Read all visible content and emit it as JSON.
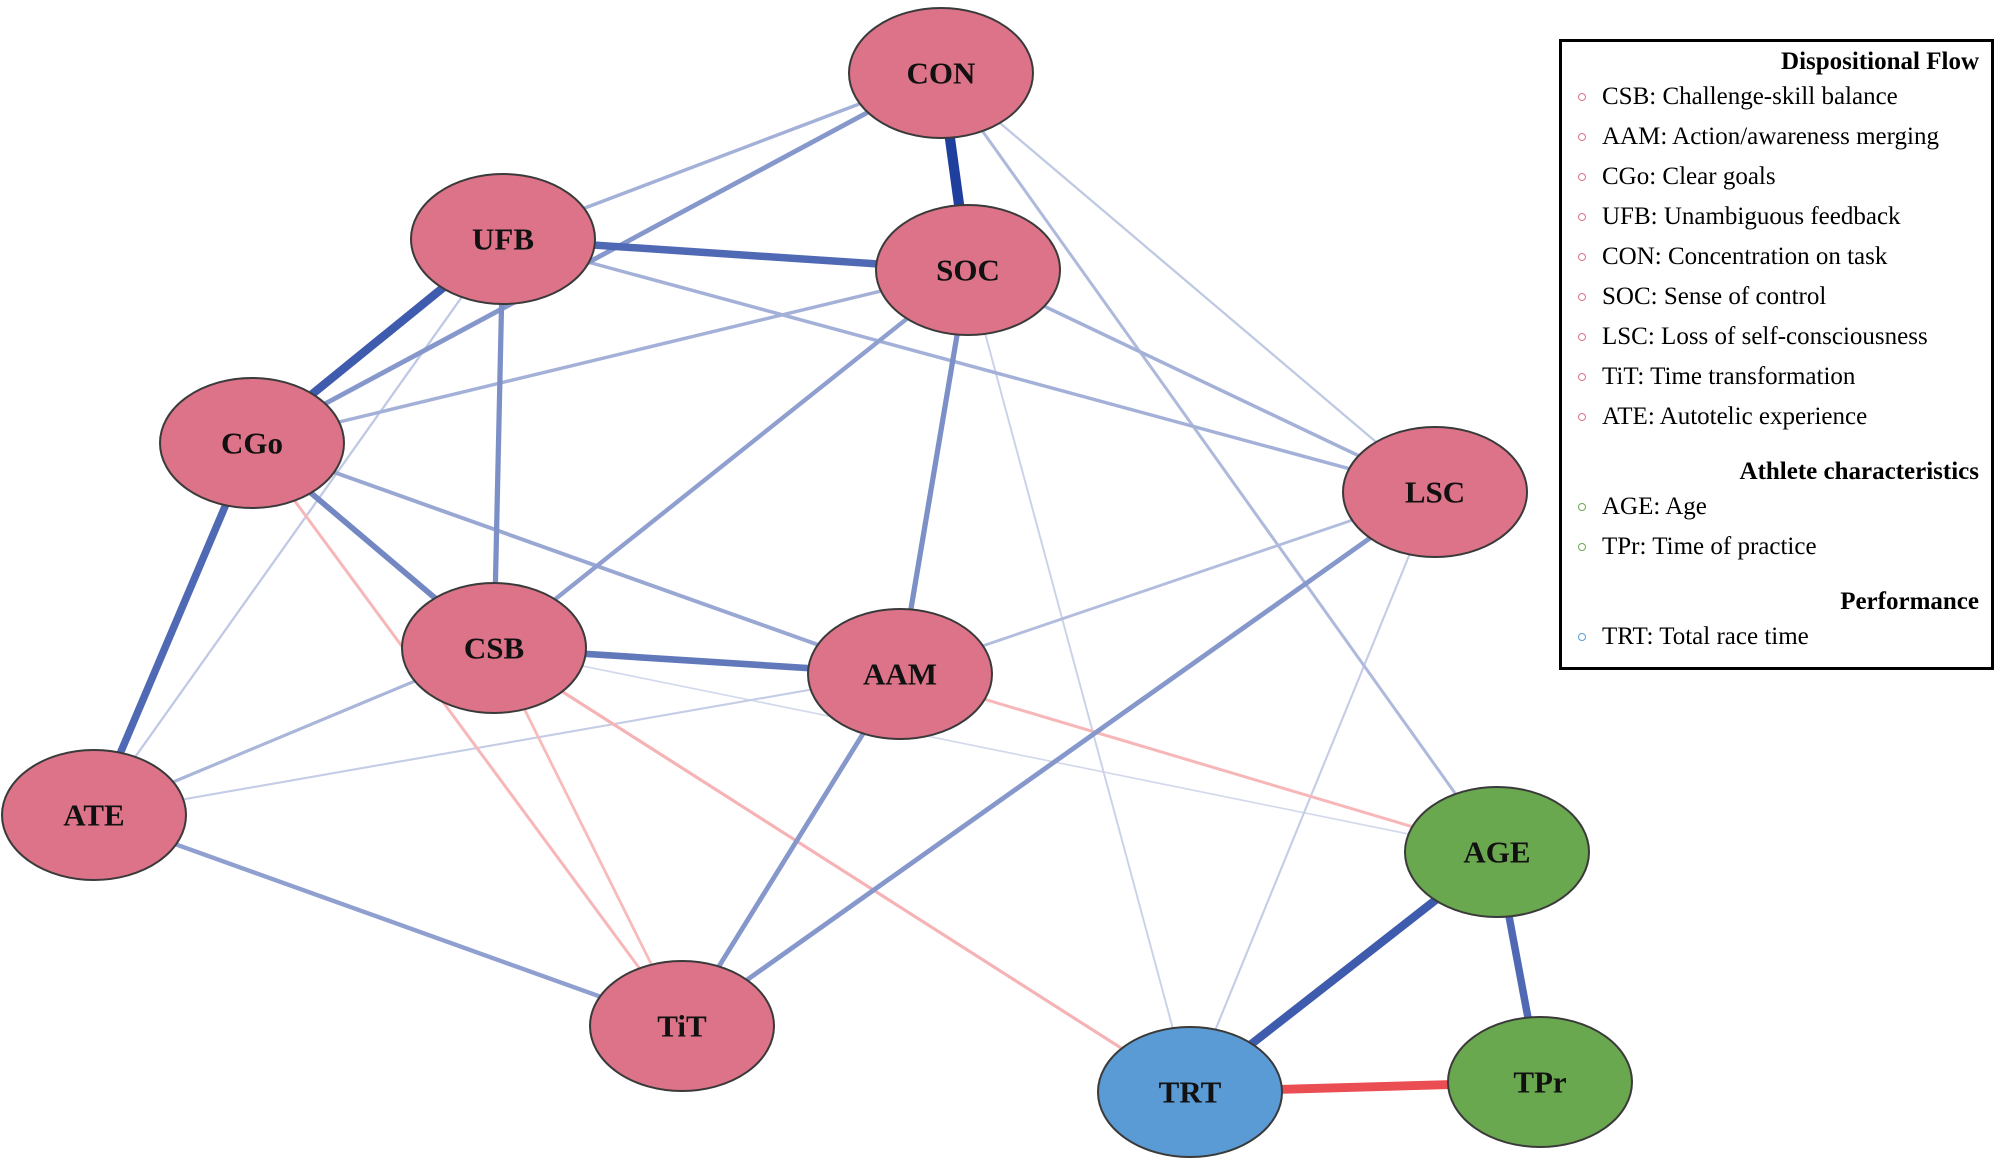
{
  "colors": {
    "flow_node": "#dc7389",
    "athlete_node": "#6aa84f",
    "performance_node": "#5b9bd5",
    "positive_edge": "#1f3f9f",
    "negative_edge": "#e8383d",
    "node_outline": "#3a3a3a"
  },
  "nodes": [
    {
      "id": "CON",
      "label": "CON",
      "group": "flow"
    },
    {
      "id": "UFB",
      "label": "UFB",
      "group": "flow"
    },
    {
      "id": "SOC",
      "label": "SOC",
      "group": "flow"
    },
    {
      "id": "CGo",
      "label": "CGo",
      "group": "flow"
    },
    {
      "id": "LSC",
      "label": "LSC",
      "group": "flow"
    },
    {
      "id": "CSB",
      "label": "CSB",
      "group": "flow"
    },
    {
      "id": "AAM",
      "label": "AAM",
      "group": "flow"
    },
    {
      "id": "ATE",
      "label": "ATE",
      "group": "flow"
    },
    {
      "id": "TiT",
      "label": "TiT",
      "group": "flow"
    },
    {
      "id": "AGE",
      "label": "AGE",
      "group": "athlete"
    },
    {
      "id": "TRT",
      "label": "TRT",
      "group": "performance"
    },
    {
      "id": "TPr",
      "label": "TPr",
      "group": "athlete"
    }
  ],
  "edges": [
    {
      "source": "CON",
      "target": "SOC",
      "sign": "positive",
      "strength": 1.0
    },
    {
      "source": "UFB",
      "target": "SOC",
      "sign": "positive",
      "strength": 0.7
    },
    {
      "source": "UFB",
      "target": "CGo",
      "sign": "positive",
      "strength": 0.8
    },
    {
      "source": "CGo",
      "target": "ATE",
      "sign": "positive",
      "strength": 0.7
    },
    {
      "source": "CSB",
      "target": "AAM",
      "sign": "positive",
      "strength": 0.6
    },
    {
      "source": "AGE",
      "target": "TRT",
      "sign": "positive",
      "strength": 0.8
    },
    {
      "source": "AGE",
      "target": "TPr",
      "sign": "positive",
      "strength": 0.7
    },
    {
      "source": "TRT",
      "target": "TPr",
      "sign": "negative",
      "strength": 0.85
    },
    {
      "source": "UFB",
      "target": "CSB",
      "sign": "positive",
      "strength": 0.45
    },
    {
      "source": "SOC",
      "target": "AAM",
      "sign": "positive",
      "strength": 0.45
    },
    {
      "source": "CGo",
      "target": "CSB",
      "sign": "positive",
      "strength": 0.5
    },
    {
      "source": "AAM",
      "target": "TiT",
      "sign": "positive",
      "strength": 0.4
    },
    {
      "source": "LSC",
      "target": "TiT",
      "sign": "positive",
      "strength": 0.4
    },
    {
      "source": "SOC",
      "target": "CSB",
      "sign": "positive",
      "strength": 0.35
    },
    {
      "source": "CON",
      "target": "CGo",
      "sign": "positive",
      "strength": 0.4
    },
    {
      "source": "ATE",
      "target": "TiT",
      "sign": "positive",
      "strength": 0.35
    },
    {
      "source": "UFB",
      "target": "CGo",
      "sign": "positive",
      "strength": 0.0
    },
    {
      "source": "CGo",
      "target": "SOC",
      "sign": "positive",
      "strength": 0.25
    },
    {
      "source": "CGo",
      "target": "AAM",
      "sign": "positive",
      "strength": 0.3
    },
    {
      "source": "CON",
      "target": "UFB",
      "sign": "positive",
      "strength": 0.25
    },
    {
      "source": "SOC",
      "target": "LSC",
      "sign": "positive",
      "strength": 0.25
    },
    {
      "source": "UFB",
      "target": "LSC",
      "sign": "positive",
      "strength": 0.25
    },
    {
      "source": "CSB",
      "target": "ATE",
      "sign": "positive",
      "strength": 0.22
    },
    {
      "source": "AAM",
      "target": "LSC",
      "sign": "positive",
      "strength": 0.18
    },
    {
      "source": "CON",
      "target": "AGE",
      "sign": "positive",
      "strength": 0.2
    },
    {
      "source": "CON",
      "target": "LSC",
      "sign": "positive",
      "strength": 0.12
    },
    {
      "source": "UFB",
      "target": "ATE",
      "sign": "positive",
      "strength": 0.12
    },
    {
      "source": "AAM",
      "target": "ATE",
      "sign": "positive",
      "strength": 0.1
    },
    {
      "source": "SOC",
      "target": "TRT",
      "sign": "positive",
      "strength": 0.08
    },
    {
      "source": "LSC",
      "target": "TRT",
      "sign": "positive",
      "strength": 0.1
    },
    {
      "source": "CGo",
      "target": "TiT",
      "sign": "negative",
      "strength": 0.2
    },
    {
      "source": "CSB",
      "target": "TiT",
      "sign": "negative",
      "strength": 0.18
    },
    {
      "source": "CSB",
      "target": "TRT",
      "sign": "negative",
      "strength": 0.22
    },
    {
      "source": "AAM",
      "target": "AGE",
      "sign": "negative",
      "strength": 0.2
    },
    {
      "source": "CSB",
      "target": "AGE",
      "sign": "positive",
      "strength": 0.05
    }
  ],
  "legend": {
    "groups": [
      {
        "title": "Dispositional Flow",
        "bullet_color": "#dc7389",
        "items": [
          "CSB: Challenge-skill balance",
          "AAM: Action/awareness merging",
          "CGo: Clear goals",
          "UFB: Unambiguous feedback",
          "CON: Concentration on task",
          "SOC: Sense of control",
          "LSC: Loss of self-consciousness",
          "TiT: Time transformation",
          "ATE: Autotelic experience"
        ]
      },
      {
        "title": "Athlete characteristics",
        "bullet_color": "#6aa84f",
        "items": [
          "AGE: Age",
          "TPr: Time of practice"
        ]
      },
      {
        "title": "Performance",
        "bullet_color": "#5b9bd5",
        "items": [
          "TRT: Total race time"
        ]
      }
    ]
  }
}
